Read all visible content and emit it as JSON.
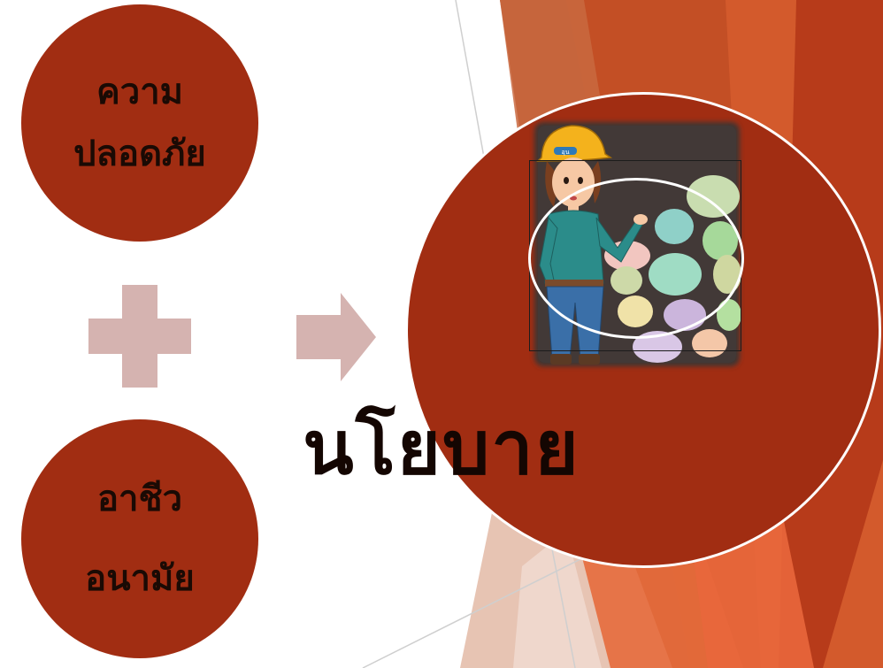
{
  "bubbles": {
    "safety": {
      "line1": "ความ",
      "line2": "ปลอดภัย"
    },
    "health": {
      "line1": "อาชีว",
      "line2": "อนามัย"
    }
  },
  "operators": {
    "plus": "plus-icon",
    "arrow": "arrow-right-icon"
  },
  "result": {
    "title": "นโยบาย"
  },
  "illustration": {
    "subject": "engineer-woman-with-hardhat",
    "hardhat_text": "อุน"
  },
  "colors": {
    "bubble": "#a12d12",
    "operator": "#d5b3b0",
    "text": "#1a0a04",
    "accent_orange": "#e0572f",
    "ring": "#ffffff"
  }
}
